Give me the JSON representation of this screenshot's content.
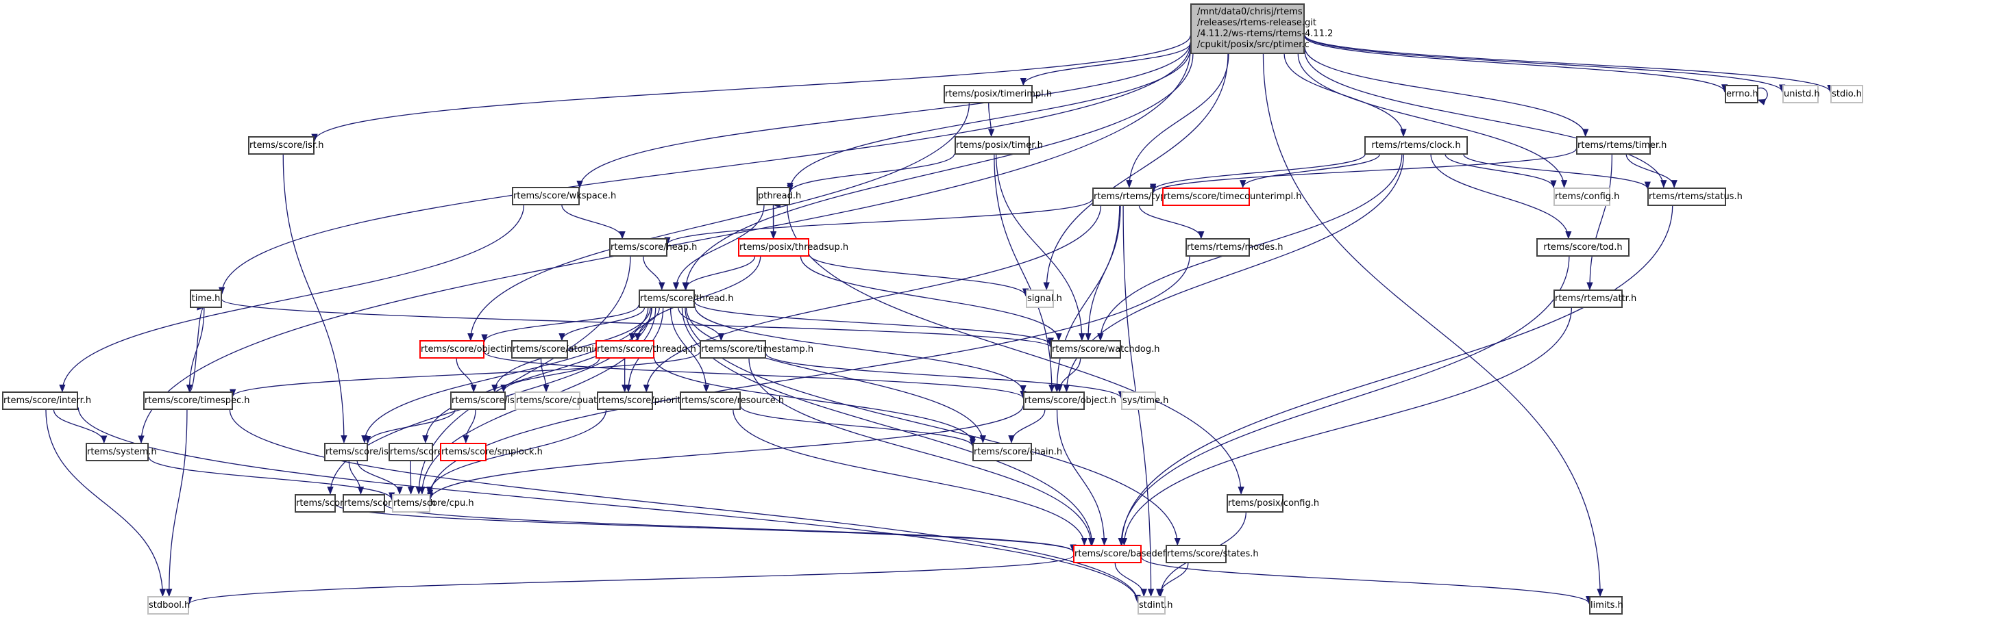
{
  "diagram": {
    "type": "include-dependency-graph",
    "root": {
      "id": "root",
      "lines": [
        "/mnt/data0/chrisj/rtems",
        "/releases/rtems-release.git",
        "/4.11.2/ws-rtems/rtems-4.11.2",
        "/cpukit/posix/src/ptimer.c"
      ]
    },
    "colors": {
      "edge": "#191970",
      "root_fill": "#bfbfbf",
      "node_border": "#404040",
      "missing_border": "#bfbfbf",
      "truncated_border": "#ff0000"
    },
    "nodes": [
      {
        "id": "errno",
        "label": "errno.h",
        "kind": "plain"
      },
      {
        "id": "unistd",
        "label": "unistd.h",
        "kind": "missing"
      },
      {
        "id": "stdio",
        "label": "stdio.h",
        "kind": "missing"
      },
      {
        "id": "isr",
        "label": "rtems/score/isr.h",
        "kind": "plain"
      },
      {
        "id": "timerimpl",
        "label": "rtems/posix/timerimpl.h",
        "kind": "plain"
      },
      {
        "id": "ptimer_h",
        "label": "rtems/posix/timer.h",
        "kind": "plain"
      },
      {
        "id": "clock",
        "label": "rtems/rtems/clock.h",
        "kind": "plain"
      },
      {
        "id": "rtimer",
        "label": "rtems/rtems/timer.h",
        "kind": "plain"
      },
      {
        "id": "wkspace",
        "label": "rtems/score/wkspace.h",
        "kind": "plain"
      },
      {
        "id": "pthread",
        "label": "pthread.h",
        "kind": "plain"
      },
      {
        "id": "types",
        "label": "rtems/rtems/types.h",
        "kind": "plain"
      },
      {
        "id": "timecounterimpl",
        "label": "rtems/score/timecounterimpl.h",
        "kind": "truncated"
      },
      {
        "id": "config",
        "label": "rtems/config.h",
        "kind": "missing"
      },
      {
        "id": "status",
        "label": "rtems/rtems/status.h",
        "kind": "plain"
      },
      {
        "id": "heap",
        "label": "rtems/score/heap.h",
        "kind": "plain"
      },
      {
        "id": "threadsup",
        "label": "rtems/posix/threadsup.h",
        "kind": "truncated"
      },
      {
        "id": "modes",
        "label": "rtems/rtems/modes.h",
        "kind": "plain"
      },
      {
        "id": "tod",
        "label": "rtems/score/tod.h",
        "kind": "plain"
      },
      {
        "id": "time",
        "label": "time.h",
        "kind": "plain"
      },
      {
        "id": "thread",
        "label": "rtems/score/thread.h",
        "kind": "plain"
      },
      {
        "id": "signal",
        "label": "signal.h",
        "kind": "missing"
      },
      {
        "id": "attr",
        "label": "rtems/rtems/attr.h",
        "kind": "plain"
      },
      {
        "id": "objectimpl",
        "label": "rtems/score/objectimpl.h",
        "kind": "truncated"
      },
      {
        "id": "atomic",
        "label": "rtems/score/atomic.h",
        "kind": "plain"
      },
      {
        "id": "threadq",
        "label": "rtems/score/threadq.h",
        "kind": "truncated"
      },
      {
        "id": "timestamp",
        "label": "rtems/score/timestamp.h",
        "kind": "plain"
      },
      {
        "id": "watchdog",
        "label": "rtems/score/watchdog.h",
        "kind": "plain"
      },
      {
        "id": "interr",
        "label": "rtems/score/interr.h",
        "kind": "plain"
      },
      {
        "id": "timespec",
        "label": "rtems/score/timespec.h",
        "kind": "plain"
      },
      {
        "id": "isrlock",
        "label": "rtems/score/isrlock.h",
        "kind": "plain"
      },
      {
        "id": "cpuatomic",
        "label": "rtems/score/cpuatomic.h",
        "kind": "missing"
      },
      {
        "id": "priority",
        "label": "rtems/score/priority.h",
        "kind": "plain"
      },
      {
        "id": "resource",
        "label": "rtems/score/resource.h",
        "kind": "plain"
      },
      {
        "id": "object",
        "label": "rtems/score/object.h",
        "kind": "plain"
      },
      {
        "id": "systime",
        "label": "sys/time.h",
        "kind": "missing"
      },
      {
        "id": "system",
        "label": "rtems/system.h",
        "kind": "plain"
      },
      {
        "id": "isrlevel",
        "label": "rtems/score/isrlevel.h",
        "kind": "plain"
      },
      {
        "id": "context",
        "label": "rtems/score/context.h",
        "kind": "plain"
      },
      {
        "id": "smplock",
        "label": "rtems/score/smplock.h",
        "kind": "truncated"
      },
      {
        "id": "chain",
        "label": "rtems/score/chain.h",
        "kind": "plain"
      },
      {
        "id": "stack",
        "label": "rtems/score/stack.h",
        "kind": "plain"
      },
      {
        "id": "assert",
        "label": "rtems/score/assert.h",
        "kind": "plain"
      },
      {
        "id": "cpu",
        "label": "rtems/score/cpu.h",
        "kind": "missing"
      },
      {
        "id": "posixconfig",
        "label": "rtems/posix/config.h",
        "kind": "plain"
      },
      {
        "id": "basedefs",
        "label": "rtems/score/basedefs.h",
        "kind": "truncated"
      },
      {
        "id": "states",
        "label": "rtems/score/states.h",
        "kind": "plain"
      },
      {
        "id": "stdbool",
        "label": "stdbool.h",
        "kind": "missing"
      },
      {
        "id": "stdint",
        "label": "stdint.h",
        "kind": "missing"
      },
      {
        "id": "limits",
        "label": "limits.h",
        "kind": "plain"
      }
    ],
    "edges": [
      [
        "root",
        "errno"
      ],
      [
        "root",
        "unistd"
      ],
      [
        "root",
        "stdio"
      ],
      [
        "root",
        "isr"
      ],
      [
        "root",
        "timerimpl"
      ],
      [
        "root",
        "clock"
      ],
      [
        "root",
        "rtimer"
      ],
      [
        "root",
        "wkspace"
      ],
      [
        "root",
        "pthread"
      ],
      [
        "root",
        "types"
      ],
      [
        "root",
        "config"
      ],
      [
        "root",
        "status"
      ],
      [
        "root",
        "time"
      ],
      [
        "root",
        "thread"
      ],
      [
        "root",
        "signal"
      ],
      [
        "root",
        "system"
      ],
      [
        "root",
        "limits"
      ],
      [
        "errno",
        "errno"
      ],
      [
        "isr",
        "isrlevel"
      ],
      [
        "timerimpl",
        "ptimer_h"
      ],
      [
        "timerimpl",
        "objectimpl"
      ],
      [
        "ptimer_h",
        "pthread"
      ],
      [
        "ptimer_h",
        "watchdog"
      ],
      [
        "ptimer_h",
        "object"
      ],
      [
        "clock",
        "types"
      ],
      [
        "clock",
        "timecounterimpl"
      ],
      [
        "clock",
        "config"
      ],
      [
        "clock",
        "status"
      ],
      [
        "clock",
        "tod"
      ],
      [
        "clock",
        "watchdog"
      ],
      [
        "clock",
        "object"
      ],
      [
        "rtimer",
        "types"
      ],
      [
        "rtimer",
        "status"
      ],
      [
        "rtimer",
        "attr"
      ],
      [
        "wkspace",
        "heap"
      ],
      [
        "wkspace",
        "interr"
      ],
      [
        "pthread",
        "threadsup"
      ],
      [
        "pthread",
        "thread"
      ],
      [
        "pthread",
        "posixconfig"
      ],
      [
        "threadsup",
        "pthread"
      ],
      [
        "threadsup",
        "thread"
      ],
      [
        "threadsup",
        "signal"
      ],
      [
        "threadsup",
        "watchdog"
      ],
      [
        "threadsup",
        "threadq"
      ],
      [
        "types",
        "heap"
      ],
      [
        "types",
        "modes"
      ],
      [
        "types",
        "watchdog"
      ],
      [
        "types",
        "object"
      ],
      [
        "types",
        "priority"
      ],
      [
        "types",
        "stdint"
      ],
      [
        "heap",
        "thread"
      ],
      [
        "heap",
        "cpu"
      ],
      [
        "modes",
        "cpu"
      ],
      [
        "tod",
        "basedefs"
      ],
      [
        "status",
        "basedefs"
      ],
      [
        "attr",
        "basedefs"
      ],
      [
        "time",
        "watchdog"
      ],
      [
        "time",
        "timespec"
      ],
      [
        "timespec",
        "time"
      ],
      [
        "timespec",
        "stdbool"
      ],
      [
        "timespec",
        "stdint"
      ],
      [
        "thread",
        "objectimpl"
      ],
      [
        "thread",
        "atomic"
      ],
      [
        "thread",
        "threadq"
      ],
      [
        "thread",
        "timestamp"
      ],
      [
        "thread",
        "watchdog"
      ],
      [
        "thread",
        "isrlock"
      ],
      [
        "thread",
        "priority"
      ],
      [
        "thread",
        "resource"
      ],
      [
        "thread",
        "object"
      ],
      [
        "thread",
        "context"
      ],
      [
        "thread",
        "stack"
      ],
      [
        "thread",
        "cpu"
      ],
      [
        "thread",
        "states"
      ],
      [
        "thread",
        "isrlevel"
      ],
      [
        "thread",
        "chain"
      ],
      [
        "thread",
        "basedefs"
      ],
      [
        "objectimpl",
        "isrlock"
      ],
      [
        "objectimpl",
        "object"
      ],
      [
        "atomic",
        "cpuatomic"
      ],
      [
        "threadq",
        "isrlock"
      ],
      [
        "threadq",
        "priority"
      ],
      [
        "threadq",
        "chain"
      ],
      [
        "timestamp",
        "timespec"
      ],
      [
        "timestamp",
        "basedefs"
      ],
      [
        "timestamp",
        "systime"
      ],
      [
        "watchdog",
        "object"
      ],
      [
        "interr",
        "system"
      ],
      [
        "interr",
        "stdbool"
      ],
      [
        "interr",
        "stdint"
      ],
      [
        "isrlock",
        "isrlevel"
      ],
      [
        "isrlock",
        "smplock"
      ],
      [
        "priority",
        "cpu"
      ],
      [
        "resource",
        "chain"
      ],
      [
        "resource",
        "basedefs"
      ],
      [
        "object",
        "chain"
      ],
      [
        "object",
        "cpu"
      ],
      [
        "object",
        "basedefs"
      ],
      [
        "system",
        "cpu"
      ],
      [
        "isrlevel",
        "cpu"
      ],
      [
        "isrlevel",
        "assert"
      ],
      [
        "context",
        "cpu"
      ],
      [
        "stack",
        "basedefs"
      ],
      [
        "assert",
        "basedefs"
      ],
      [
        "posixconfig",
        "stdint"
      ],
      [
        "basedefs",
        "stdint"
      ],
      [
        "basedefs",
        "stdbool"
      ],
      [
        "basedefs",
        "limits"
      ],
      [
        "states",
        "stdint"
      ]
    ]
  }
}
